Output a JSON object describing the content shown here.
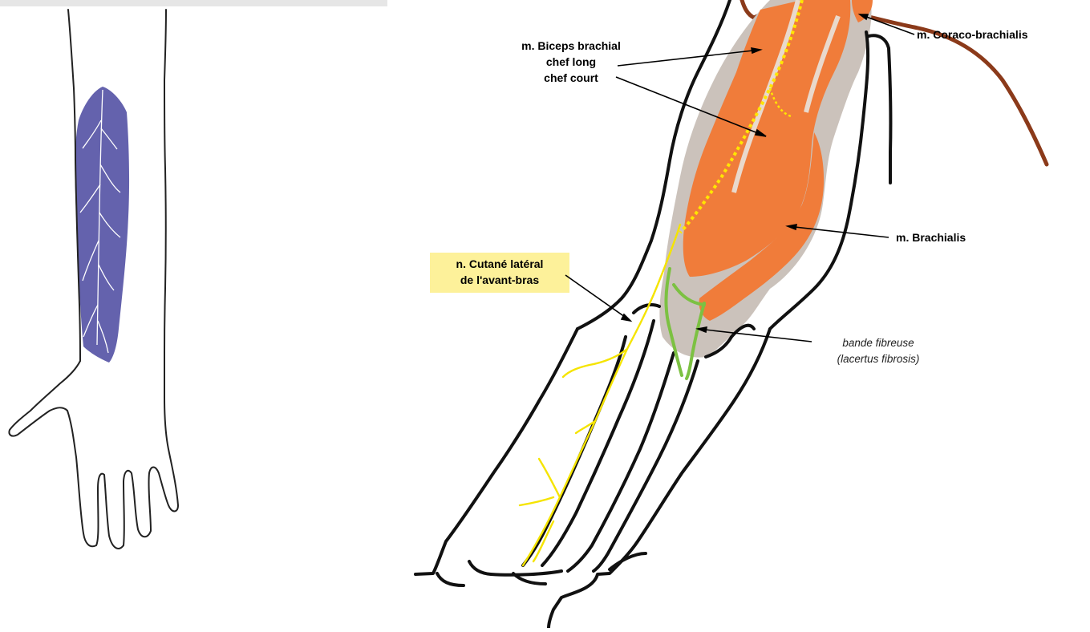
{
  "labels": {
    "biceps_line1": "m. Biceps brachial",
    "biceps_line2": "chef long",
    "biceps_line3": "chef court",
    "coraco": "m. Coraco-brachialis",
    "brachialis": "m. Brachialis",
    "cutane_line1": "n. Cutané latéral",
    "cutane_line2": "de l'avant-bras",
    "bande_line1": "bande fibreuse",
    "bande_line2": "(lacertus fibrosis)"
  },
  "colors": {
    "sensory_area": "#6462ad",
    "muscle": "#f07c3a",
    "fascia": "#cbc2bb",
    "nerve": "#f5e400",
    "lacertus": "#7cc142",
    "coracoid": "#8b3a1a",
    "outline": "#111111",
    "label_highlight": "#fdf19a"
  }
}
